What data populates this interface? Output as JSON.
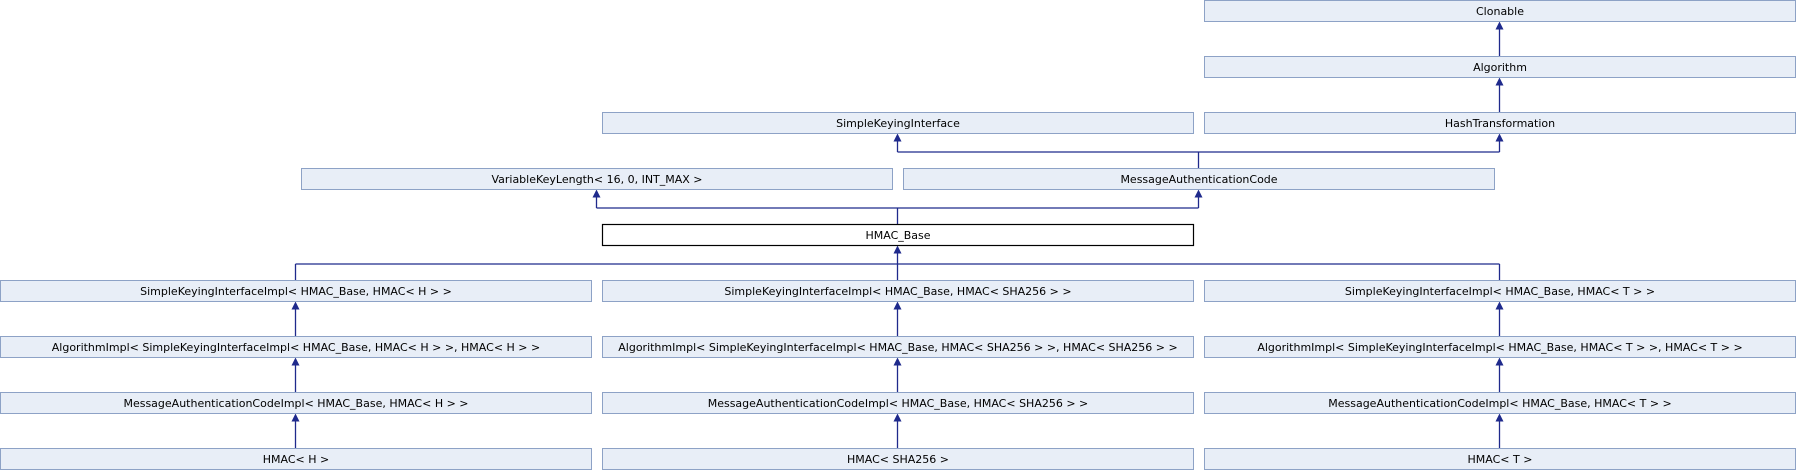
{
  "diagram": {
    "nodes": [
      {
        "id": "clonable",
        "label": "Clonable"
      },
      {
        "id": "algorithm",
        "label": "Algorithm"
      },
      {
        "id": "simple_keying_interface",
        "label": "SimpleKeyingInterface"
      },
      {
        "id": "hash_transformation",
        "label": "HashTransformation"
      },
      {
        "id": "variable_key_length",
        "label": "VariableKeyLength< 16, 0, INT_MAX >"
      },
      {
        "id": "message_authentication_code",
        "label": "MessageAuthenticationCode"
      },
      {
        "id": "hmac_base",
        "label": "HMAC_Base",
        "focus": true
      },
      {
        "id": "ski_impl_h",
        "label": "SimpleKeyingInterfaceImpl< HMAC_Base, HMAC< H > >"
      },
      {
        "id": "ski_impl_sha256",
        "label": "SimpleKeyingInterfaceImpl< HMAC_Base, HMAC< SHA256 > >"
      },
      {
        "id": "ski_impl_t",
        "label": "SimpleKeyingInterfaceImpl< HMAC_Base, HMAC< T > >"
      },
      {
        "id": "alg_impl_h",
        "label": "AlgorithmImpl< SimpleKeyingInterfaceImpl< HMAC_Base, HMAC< H > >, HMAC< H > >"
      },
      {
        "id": "alg_impl_sha256",
        "label": "AlgorithmImpl< SimpleKeyingInterfaceImpl< HMAC_Base, HMAC< SHA256 > >, HMAC< SHA256 > >"
      },
      {
        "id": "alg_impl_t",
        "label": "AlgorithmImpl< SimpleKeyingInterfaceImpl< HMAC_Base, HMAC< T > >, HMAC< T > >"
      },
      {
        "id": "mac_impl_h",
        "label": "MessageAuthenticationCodeImpl< HMAC_Base, HMAC< H > >"
      },
      {
        "id": "mac_impl_sha256",
        "label": "MessageAuthenticationCodeImpl< HMAC_Base, HMAC< SHA256 > >"
      },
      {
        "id": "mac_impl_t",
        "label": "MessageAuthenticationCodeImpl< HMAC_Base, HMAC< T > >"
      },
      {
        "id": "hmac_h",
        "label": "HMAC< H >"
      },
      {
        "id": "hmac_sha256",
        "label": "HMAC< SHA256 >"
      },
      {
        "id": "hmac_t",
        "label": "HMAC< T >"
      }
    ],
    "edges": [
      {
        "from": "algorithm",
        "to": "clonable"
      },
      {
        "from": "hash_transformation",
        "to": "algorithm"
      },
      {
        "from": "message_authentication_code",
        "to": "simple_keying_interface"
      },
      {
        "from": "message_authentication_code",
        "to": "hash_transformation"
      },
      {
        "from": "hmac_base",
        "to": "variable_key_length"
      },
      {
        "from": "hmac_base",
        "to": "message_authentication_code"
      },
      {
        "from": "ski_impl_h",
        "to": "hmac_base"
      },
      {
        "from": "ski_impl_sha256",
        "to": "hmac_base"
      },
      {
        "from": "ski_impl_t",
        "to": "hmac_base"
      },
      {
        "from": "alg_impl_h",
        "to": "ski_impl_h"
      },
      {
        "from": "alg_impl_sha256",
        "to": "ski_impl_sha256"
      },
      {
        "from": "alg_impl_t",
        "to": "ski_impl_t"
      },
      {
        "from": "mac_impl_h",
        "to": "alg_impl_h"
      },
      {
        "from": "mac_impl_sha256",
        "to": "alg_impl_sha256"
      },
      {
        "from": "mac_impl_t",
        "to": "alg_impl_t"
      },
      {
        "from": "hmac_h",
        "to": "mac_impl_h"
      },
      {
        "from": "hmac_sha256",
        "to": "mac_impl_sha256"
      },
      {
        "from": "hmac_t",
        "to": "mac_impl_t"
      }
    ]
  },
  "colors": {
    "node_fill": "#e8eef7",
    "node_border": "#8da2c6",
    "focus_fill": "#ffffff",
    "focus_border": "#000000",
    "edge": "#1f2a8c"
  }
}
